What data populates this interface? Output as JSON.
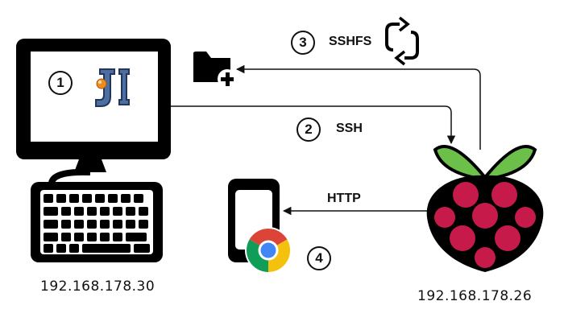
{
  "computer": {
    "ip": "192.168.178.30"
  },
  "raspberry_pi": {
    "ip": "192.168.178.26"
  },
  "steps": [
    {
      "number": "1",
      "label": ""
    },
    {
      "number": "2",
      "label": "SSH"
    },
    {
      "number": "3",
      "label": "SSHFS"
    },
    {
      "number": "4",
      "label": ""
    }
  ],
  "connections": {
    "http_label": "HTTP"
  },
  "icons": {
    "ide": "intellij-idea-icon",
    "folder": "folder-add-icon",
    "sync": "sync-icon",
    "browser": "chrome-icon",
    "phone": "smartphone-icon",
    "board": "raspberry-pi-icon"
  },
  "colors": {
    "line": "#111111",
    "raspberry_red": "#c51a4a",
    "leaf_green": "#6cc04a"
  }
}
